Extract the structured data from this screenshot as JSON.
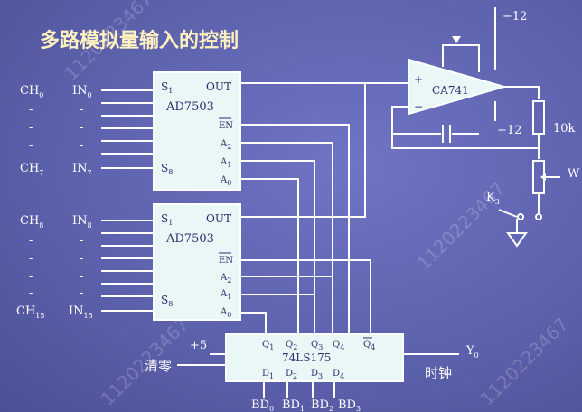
{
  "title": "多路模拟量输入的控制",
  "channels": {
    "top_first": "CH",
    "top_first_sub": "0",
    "top_first_in": "IN",
    "top_first_in_sub": "0",
    "top_last": "CH",
    "top_last_sub": "7",
    "top_last_in": "IN",
    "top_last_in_sub": "7",
    "bot_first": "CH",
    "bot_first_sub": "8",
    "bot_first_in": "IN",
    "bot_first_in_sub": "8",
    "bot_last": "CH",
    "bot_last_sub": "15",
    "bot_last_in": "IN",
    "bot_last_in_sub": "15"
  },
  "mux1": {
    "name": "AD7503",
    "s1": "S",
    "s1_sub": "1",
    "s8": "S",
    "s8_sub": "8",
    "out": "OUT",
    "en": "EN",
    "a2": "A",
    "a2_sub": "2",
    "a1": "A",
    "a1_sub": "1",
    "a0": "A",
    "a0_sub": "0"
  },
  "mux2": {
    "name": "AD7503",
    "s1": "S",
    "s1_sub": "1",
    "s8": "S",
    "s8_sub": "8",
    "out": "OUT",
    "en": "EN",
    "a2": "A",
    "a2_sub": "2",
    "a1": "A",
    "a1_sub": "1",
    "a0": "A",
    "a0_sub": "0"
  },
  "opamp": {
    "name": "CA741",
    "plus": "+",
    "minus": "−"
  },
  "power": {
    "neg": "−12",
    "pos": "+12",
    "vcc": "+5"
  },
  "resistor": {
    "value": "10k",
    "pot": "W"
  },
  "switch": {
    "label": "K",
    "label_sub": "3"
  },
  "latch": {
    "name": "74LS175",
    "q": [
      "Q",
      "Q",
      "Q",
      "Q"
    ],
    "q_sub": [
      "1",
      "2",
      "3",
      "4"
    ],
    "d": [
      "D",
      "D",
      "D",
      "D"
    ],
    "d_sub": [
      "1",
      "2",
      "3",
      "4"
    ],
    "qbar": "Q",
    "qbar_sub": "4"
  },
  "bus": [
    "BD",
    "BD",
    "BD",
    "BD"
  ],
  "bus_sub": [
    "0",
    "1",
    "2",
    "3"
  ],
  "clear_label": "清零",
  "clock_label": "时钟",
  "clock_signal": "Y",
  "clock_signal_sub": "0",
  "watermark": "1120223467"
}
